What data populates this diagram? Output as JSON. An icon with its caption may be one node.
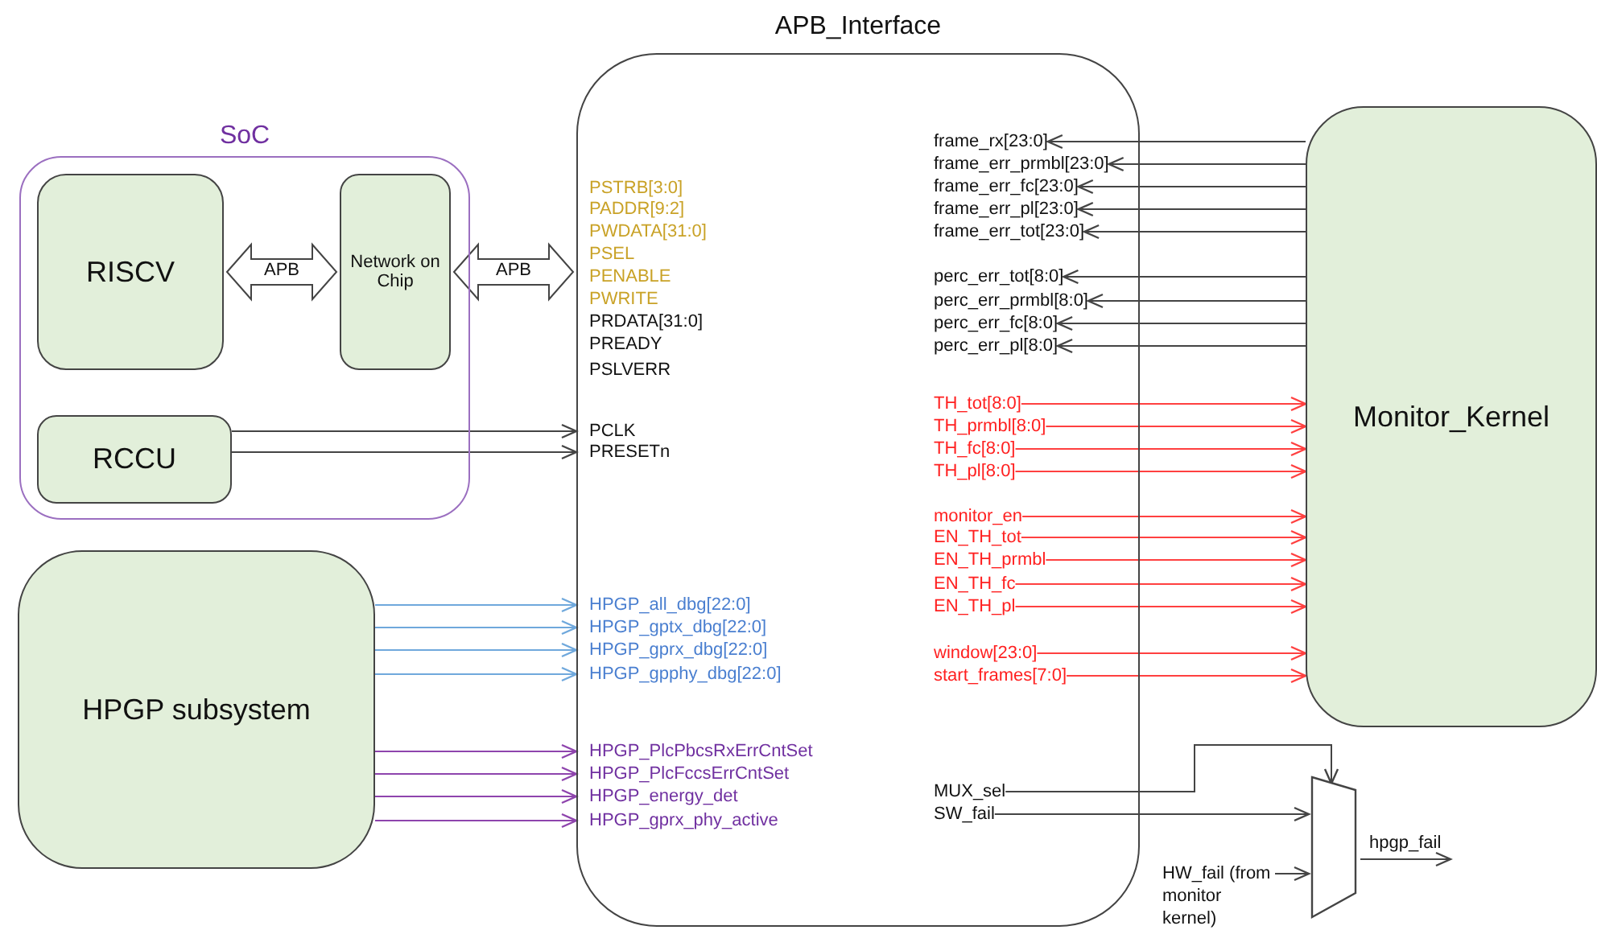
{
  "diagram": {
    "nodes": [
      {
        "text": [
          "APB_Interface"
        ]
      },
      {
        "text": [
          "SoC"
        ]
      },
      {
        "text": [
          "RISCV"
        ],
        "in": 1
      },
      {
        "text": [
          "Network on Chip"
        ],
        "in": 1
      },
      {
        "text": [
          "RCCU"
        ],
        "in": 1
      },
      {
        "text": [
          "HPGP subsystem"
        ]
      },
      {
        "text": [
          "Monitor_Kernel"
        ]
      },
      {
        "text": [
          "PCLK"
        ],
        "in": 0
      },
      {
        "text": [
          "PRESETn"
        ],
        "in": 0
      },
      {
        "text": [
          "HPGP_all_dbg[22:0]"
        ],
        "in": 0
      },
      {
        "text": [
          "HPGP_gptx_dbg[22:0]"
        ],
        "in": 0
      },
      {
        "text": [
          "HPGP_gprx_dbg[22:0]"
        ],
        "in": 0
      },
      {
        "text": [
          "HPGP_gpphy_dbg[22:0]"
        ],
        "in": 0
      },
      {
        "text": [
          "HPGP_PlcPbcsRxErrCntSet"
        ],
        "in": 0
      },
      {
        "text": [
          "HPGP_PlcFccsErrCntSet"
        ],
        "in": 0
      },
      {
        "text": [
          "HPGP_energy_det"
        ],
        "in": 0
      },
      {
        "text": [
          "HPGP_gprx_phy_active"
        ],
        "in": 0
      },
      {
        "text": [
          "frame_rx[23:0]"
        ],
        "in": 0
      },
      {
        "text": [
          "frame_err_prmbl[23:0]"
        ],
        "in": 0
      },
      {
        "text": [
          "frame_err_fc[23:0]"
        ],
        "in": 0
      },
      {
        "text": [
          "frame_err_pl[23:0]"
        ],
        "in": 0
      },
      {
        "text": [
          "frame_err_tot[23:0]"
        ],
        "in": 0
      },
      {
        "text": [
          "perc_err_tot[8:0]"
        ],
        "in": 0
      },
      {
        "text": [
          "perc_err_prmbl[8:0]"
        ],
        "in": 0
      },
      {
        "text": [
          "perc_err_fc[8:0]"
        ],
        "in": 0
      },
      {
        "text": [
          "perc_err_pl[8:0]"
        ],
        "in": 0
      },
      {
        "text": [
          "TH_tot[8:0]"
        ],
        "in": 0
      },
      {
        "text": [
          "TH_prmbl[8:0]"
        ],
        "in": 0
      },
      {
        "text": [
          "TH_fc[8:0]"
        ],
        "in": 0
      },
      {
        "text": [
          "TH_pl[8:0]"
        ],
        "in": 0
      },
      {
        "text": [
          "monitor_en"
        ],
        "in": 0
      },
      {
        "text": [
          "EN_TH_tot"
        ],
        "in": 0
      },
      {
        "text": [
          "EN_TH_prmbl"
        ],
        "in": 0
      },
      {
        "text": [
          "EN_TH_fc"
        ],
        "in": 0
      },
      {
        "text": [
          "EN_TH_pl"
        ],
        "in": 0
      },
      {
        "text": [
          "window[23:0]"
        ],
        "in": 0
      },
      {
        "text": [
          "start_frames[7:0]"
        ],
        "in": 0
      },
      {
        "text": [
          "MUX_sel"
        ],
        "in": 0
      },
      {
        "text": [
          "SW_fail"
        ],
        "in": 0
      },
      {
        "text": [],
        "shape": "trapezoid"
      },
      {
        "text": [
          "HW_fail (from monitor kernel)"
        ]
      }
    ],
    "edges": [
      {
        "from": 2,
        "to": 3,
        "arrow": "both",
        "label": "APB",
        "style": "thick"
      },
      {
        "from": 3,
        "to": 0,
        "arrow": "both",
        "label": "APB",
        "style": "thick"
      },
      {
        "from": 4,
        "to": 7,
        "arrow": "to"
      },
      {
        "from": 4,
        "to": 8,
        "arrow": "to"
      },
      {
        "from": 5,
        "to": 9,
        "arrow": "to",
        "color": "#6fa8dc"
      },
      {
        "from": 5,
        "to": 10,
        "arrow": "to",
        "color": "#6fa8dc"
      },
      {
        "from": 5,
        "to": 11,
        "arrow": "to",
        "color": "#6fa8dc"
      },
      {
        "from": 5,
        "to": 12,
        "arrow": "to",
        "color": "#6fa8dc"
      },
      {
        "from": 5,
        "to": 13,
        "arrow": "to",
        "color": "#8e44ad"
      },
      {
        "from": 5,
        "to": 14,
        "arrow": "to",
        "color": "#8e44ad"
      },
      {
        "from": 5,
        "to": 15,
        "arrow": "to",
        "color": "#8e44ad"
      },
      {
        "from": 5,
        "to": 16,
        "arrow": "to",
        "color": "#8e44ad"
      },
      {
        "from": 6,
        "to": 17,
        "arrow": "to"
      },
      {
        "from": 6,
        "to": 18,
        "arrow": "to"
      },
      {
        "from": 6,
        "to": 19,
        "arrow": "to"
      },
      {
        "from": 6,
        "to": 20,
        "arrow": "to"
      },
      {
        "from": 6,
        "to": 21,
        "arrow": "to"
      },
      {
        "from": 6,
        "to": 22,
        "arrow": "to"
      },
      {
        "from": 6,
        "to": 23,
        "arrow": "to"
      },
      {
        "from": 6,
        "to": 24,
        "arrow": "to"
      },
      {
        "from": 6,
        "to": 25,
        "arrow": "to"
      },
      {
        "from": 26,
        "to": 6,
        "arrow": "to",
        "color": "#ff4040"
      },
      {
        "from": 27,
        "to": 6,
        "arrow": "to",
        "color": "#ff4040"
      },
      {
        "from": 28,
        "to": 6,
        "arrow": "to",
        "color": "#ff4040"
      },
      {
        "from": 29,
        "to": 6,
        "arrow": "to",
        "color": "#ff4040"
      },
      {
        "from": 30,
        "to": 6,
        "arrow": "to",
        "color": "#ff4040"
      },
      {
        "from": 31,
        "to": 6,
        "arrow": "to",
        "color": "#ff4040"
      },
      {
        "from": 32,
        "to": 6,
        "arrow": "to",
        "color": "#ff4040"
      },
      {
        "from": 33,
        "to": 6,
        "arrow": "to",
        "color": "#ff4040"
      },
      {
        "from": 34,
        "to": 6,
        "arrow": "to",
        "color": "#ff4040"
      },
      {
        "from": 35,
        "to": 6,
        "arrow": "to",
        "color": "#ff4040"
      },
      {
        "from": 36,
        "to": 6,
        "arrow": "to",
        "color": "#ff4040"
      },
      {
        "from": 37,
        "to": 39,
        "arrow": "to"
      },
      {
        "from": 38,
        "to": 39,
        "arrow": "to"
      },
      {
        "from": 40,
        "to": 39,
        "arrow": "to"
      },
      {
        "from": 39,
        "to": null,
        "arrow": "to",
        "label": "hpgp_fail"
      }
    ],
    "labels": [
      "PSTRB[3:0]",
      "PADDR[9:2]",
      "PWDATA[31:0]",
      "PSEL",
      "PENABLE",
      "PWRITE",
      "PRDATA[31:0]",
      "PREADY",
      "PSLVERR"
    ]
  }
}
